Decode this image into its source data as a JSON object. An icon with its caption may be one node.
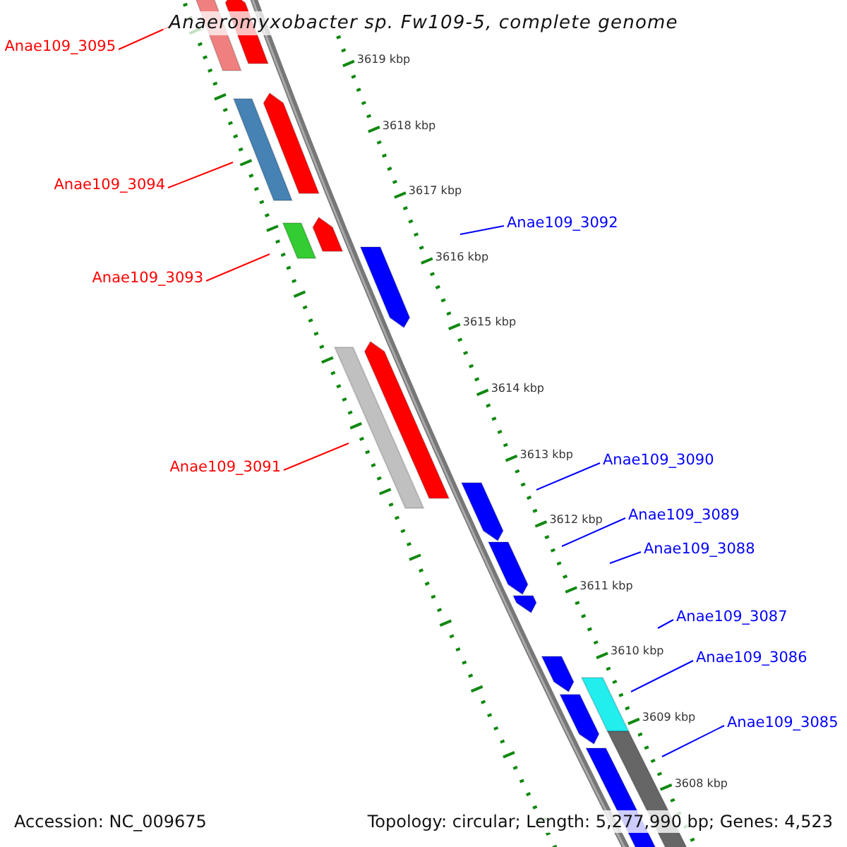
{
  "diagram": {
    "title": "Anaeromyxobacter sp. Fw109-5, complete genome",
    "nodes": [
      {
        "text": [
          "Anae109_3095"
        ]
      },
      {
        "text": [
          "Anae109_3094"
        ]
      },
      {
        "text": [
          "Anae109_3093"
        ]
      },
      {
        "text": [
          "Anae109_3092"
        ]
      },
      {
        "text": [
          "Anae109_3091"
        ]
      },
      {
        "text": [
          "Anae109_3090"
        ]
      },
      {
        "text": [
          "Anae109_3089"
        ]
      },
      {
        "text": [
          "Anae109_3088"
        ]
      },
      {
        "text": [
          "Anae109_3087"
        ]
      },
      {
        "text": [
          "Anae109_3086"
        ]
      },
      {
        "text": [
          "Anae109_3085"
        ]
      }
    ],
    "edges": [
      {
        "from": 0,
        "to": null,
        "arrow": "none",
        "color": "#ff0000"
      },
      {
        "from": 1,
        "to": null,
        "arrow": "none",
        "color": "#ff0000"
      },
      {
        "from": 2,
        "to": null,
        "arrow": "none",
        "color": "#ff0000"
      },
      {
        "from": 3,
        "to": null,
        "arrow": "none"
      },
      {
        "from": 4,
        "to": null,
        "arrow": "none",
        "color": "#ff0000"
      },
      {
        "from": 5,
        "to": null,
        "arrow": "none"
      },
      {
        "from": 6,
        "to": null,
        "arrow": "none"
      },
      {
        "from": 7,
        "to": null,
        "arrow": "none"
      },
      {
        "from": 8,
        "to": null,
        "arrow": "none"
      },
      {
        "from": 9,
        "to": null,
        "arrow": "none"
      },
      {
        "from": 10,
        "to": null,
        "arrow": "none"
      }
    ],
    "labels": [
      "3619 kbp",
      "3618 kbp",
      "3617 kbp",
      "3616 kbp",
      "3615 kbp",
      "3614 kbp",
      "3613 kbp",
      "3612 kbp",
      "3611 kbp",
      "3610 kbp",
      "3609 kbp",
      "3608 kbp",
      "Accession: NC_009675",
      "Topology: circular; Length: 5,277,990 bp; Genes: 4,523"
    ]
  }
}
